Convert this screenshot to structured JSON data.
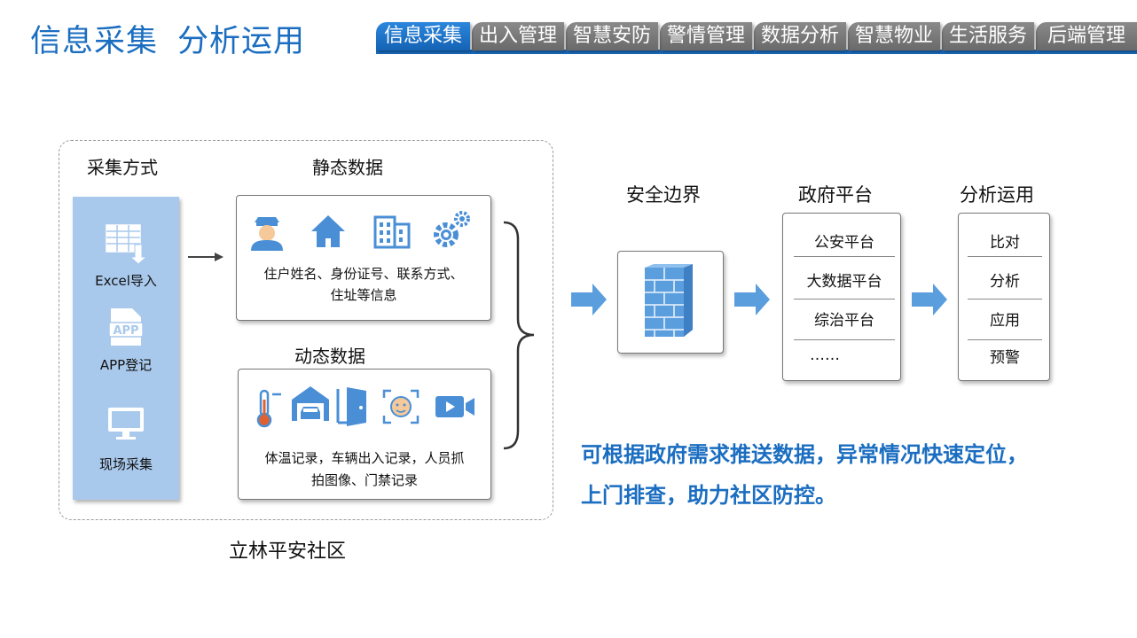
{
  "header": {
    "title_part1": "信息采集",
    "title_part2": "分析运用",
    "tabs": [
      "信息采集",
      "出入管理",
      "智慧安防",
      "警情管理",
      "数据分析",
      "智慧物业",
      "生活服务",
      "后端管理"
    ],
    "active_tab": 0
  },
  "colors": {
    "accent": "#1a6dc0",
    "tab_inactive": "#7a7a7a",
    "panel": "#a9c9ec",
    "icon": "#4a8fd6"
  },
  "collection": {
    "heading": "采集方式",
    "methods": [
      {
        "label": "Excel导入",
        "icon": "spreadsheet-import-icon"
      },
      {
        "label": "APP登记",
        "icon": "app-file-icon"
      },
      {
        "label": "现场采集",
        "icon": "monitor-icon"
      }
    ],
    "footer": "立林平安社区"
  },
  "static_data": {
    "heading": "静态数据",
    "icons": [
      "resident-icon",
      "house-icon",
      "building-icon",
      "gears-icon"
    ],
    "line1": "住户姓名、身份证号、联系方式、",
    "line2": "住址等信息"
  },
  "dynamic_data": {
    "heading": "动态数据",
    "icons": [
      "thermometer-icon",
      "garage-car-icon",
      "door-icon",
      "face-scan-icon",
      "video-camera-icon"
    ],
    "line1": "体温记录，车辆出入记录，人员抓",
    "line2": "拍图像、门禁记录"
  },
  "security": {
    "heading": "安全边界",
    "icon": "firewall-icon"
  },
  "government": {
    "heading": "政府平台",
    "items": [
      "公安平台",
      "大数据平台",
      "综治平台",
      "……"
    ]
  },
  "analysis": {
    "heading": "分析运用",
    "items": [
      "比对",
      "分析",
      "应用",
      "预警"
    ]
  },
  "note": {
    "line1": "可根据政府需求推送数据，异常情况快速定位，",
    "line2": "上门排查，助力社区防控。"
  }
}
